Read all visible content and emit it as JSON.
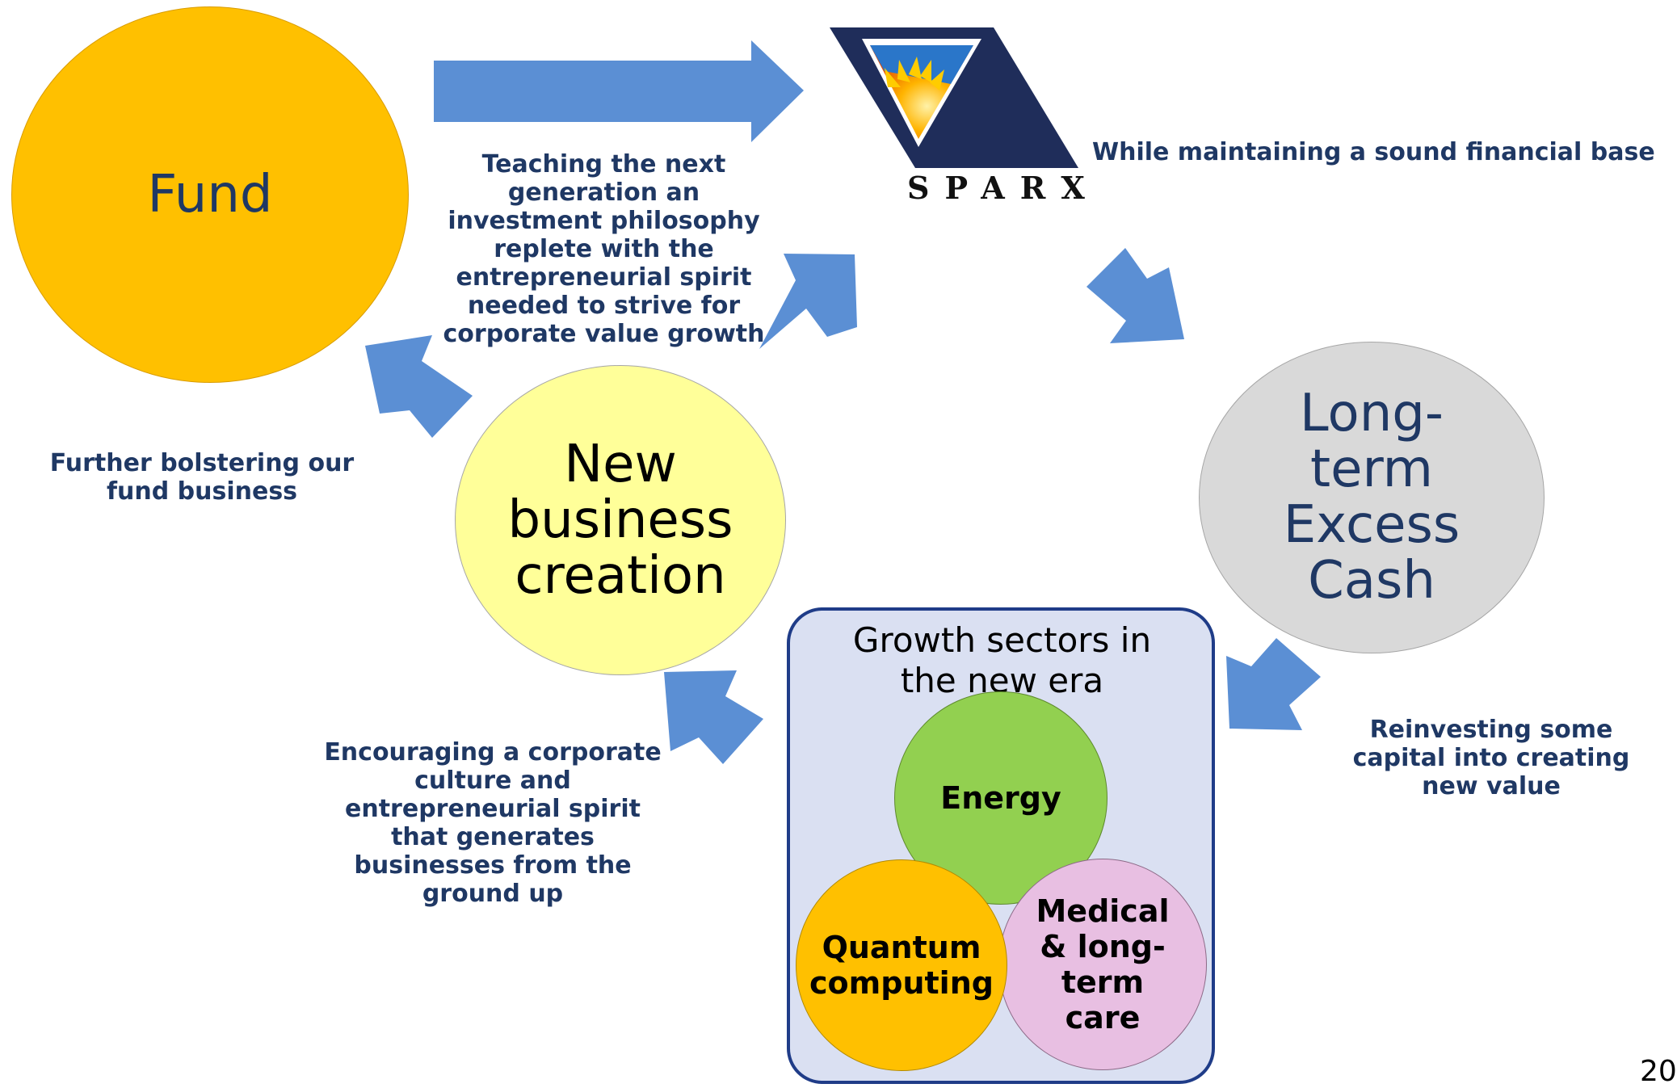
{
  "nodes": {
    "fund": "Fund",
    "sparx_logo_text": "SPARX",
    "long_term_cash": "Long-term Excess Cash",
    "new_business": "New business creation",
    "growth_box_title": "Growth sectors in the new era",
    "energy": "Energy",
    "quantum": "Quantum computing",
    "medical": "Medical & long-term care"
  },
  "captions": {
    "teaching": "Teaching the next generation an investment philosophy replete with the entrepreneurial spirit needed to strive for corporate value growth",
    "sound_base": "While maintaining a sound financial base",
    "bolstering": "Further bolstering our fund business",
    "reinvesting": "Reinvesting some capital into creating new value",
    "encouraging": "Encouraging a corporate culture and entrepreneurial spirit that generates businesses from the ground up"
  },
  "page_number": "20",
  "colors": {
    "arrow": "#5b8fd4",
    "fund": "#ffc000",
    "new_business": "#ffff99",
    "cash": "#d9d9d9",
    "energy": "#92d050",
    "quantum": "#ffc000",
    "medical": "#e8bfe2",
    "box_fill": "#dae0f2",
    "box_border": "#1f3c88",
    "text_navy": "#1f3864"
  }
}
